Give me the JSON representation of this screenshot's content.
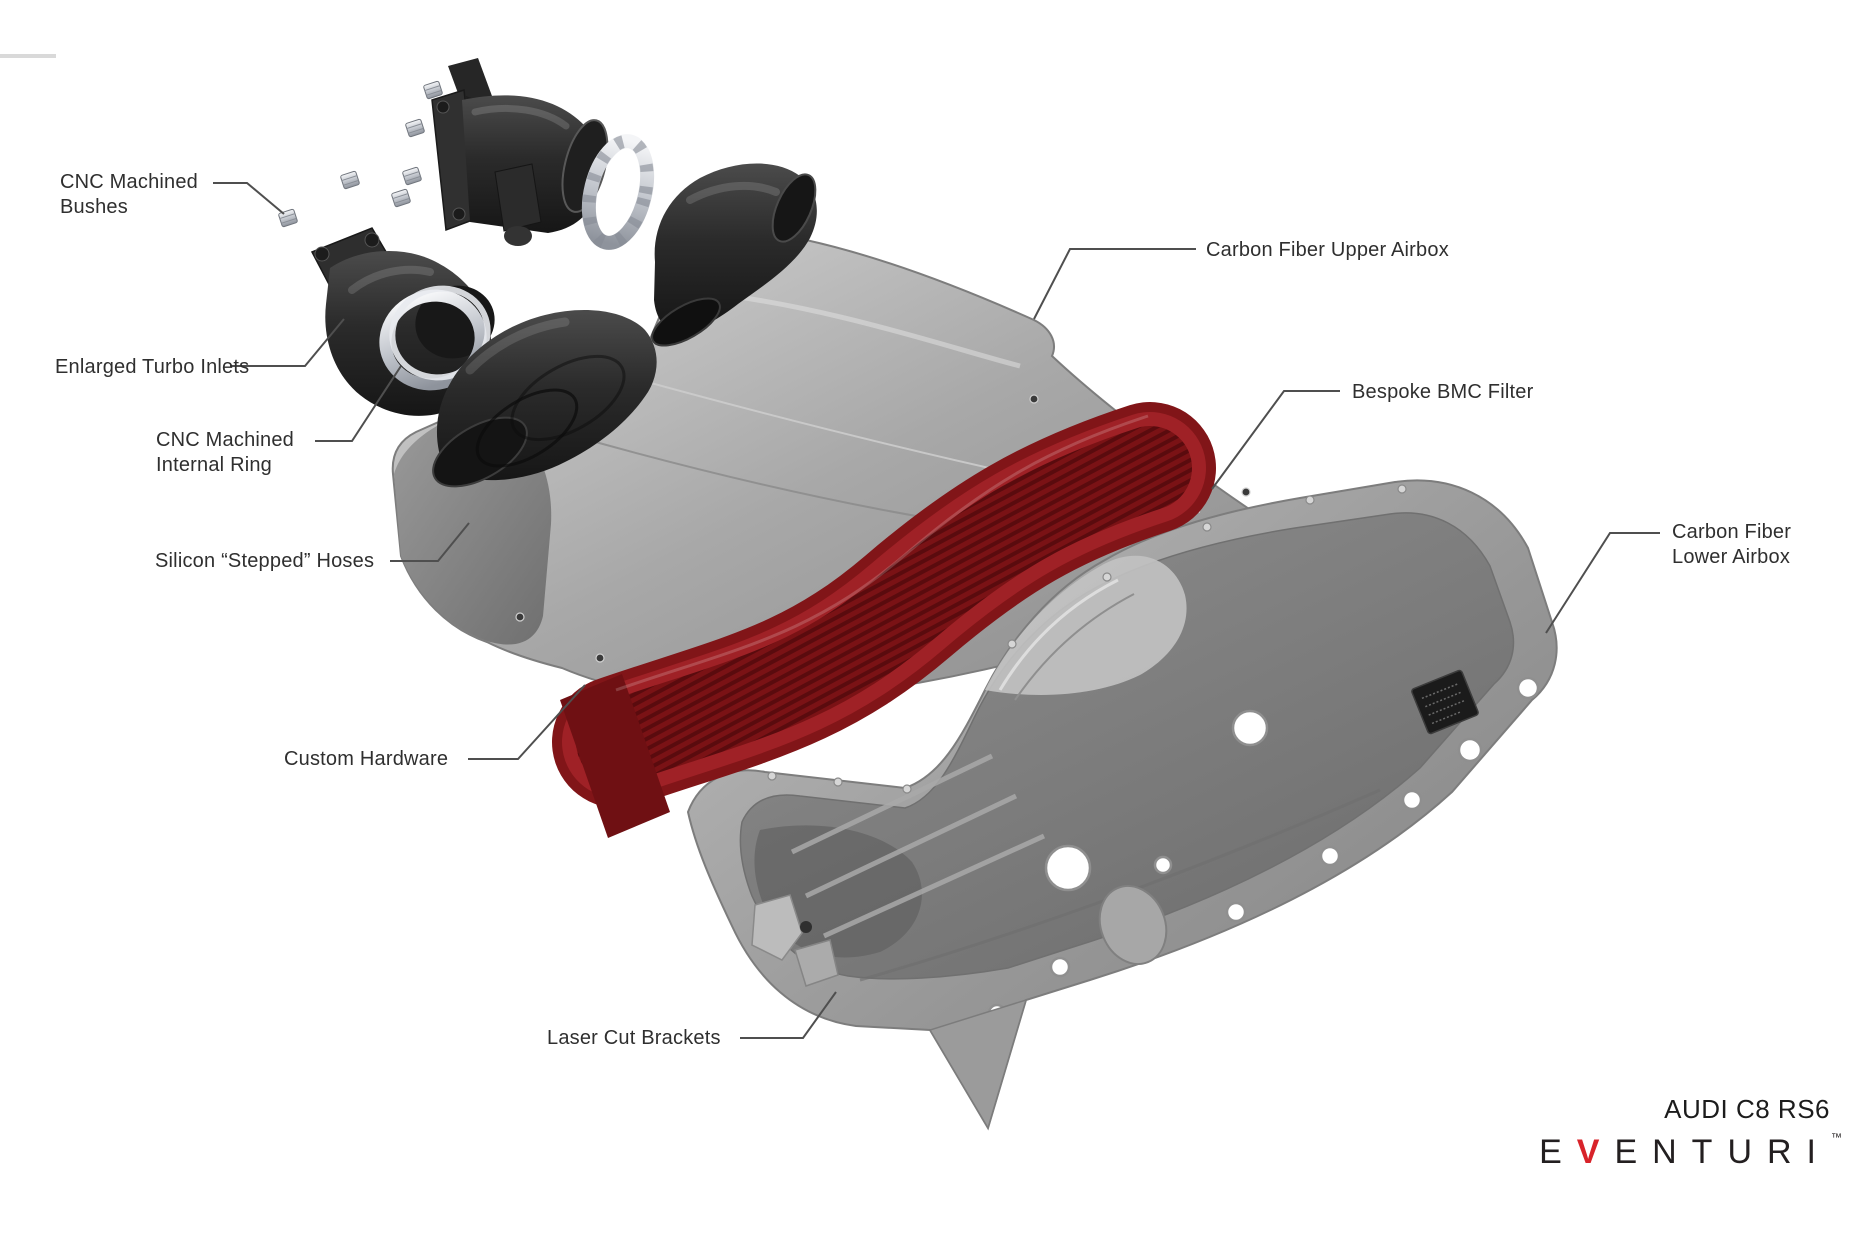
{
  "callouts": [
    {
      "id": "cnc-bushes",
      "text": "CNC Machined\nBushes"
    },
    {
      "id": "enlarged-turbo-inlets",
      "text": "Enlarged Turbo Inlets"
    },
    {
      "id": "cnc-internal-ring",
      "text": "CNC Machined\nInternal Ring"
    },
    {
      "id": "silicon-hoses",
      "text": "Silicon “Stepped” Hoses"
    },
    {
      "id": "custom-hardware",
      "text": "Custom Hardware"
    },
    {
      "id": "laser-cut-brackets",
      "text": "Laser Cut Brackets"
    },
    {
      "id": "upper-airbox",
      "text": "Carbon Fiber Upper Airbox"
    },
    {
      "id": "bmc-filter",
      "text": "Bespoke BMC Filter"
    },
    {
      "id": "lower-airbox",
      "text": "Carbon Fiber\nLower Airbox"
    }
  ],
  "branding": {
    "model": "AUDI C8 RS6",
    "logo": {
      "pre": "E",
      "v": "V",
      "post": "ENTURI",
      "tm": "™"
    }
  },
  "colors": {
    "background": "#ffffff",
    "label_text": "#2f2f2f",
    "leader_line": "#4f4f4f",
    "filter_frame_red": "#9f2126",
    "filter_mesh_red": "#7a1215",
    "logo_red": "#d8232a",
    "airbox_gray": "#a0a0a0",
    "rubber_black": "#2a2a2a",
    "metal_silver": "#c9ccd2"
  }
}
